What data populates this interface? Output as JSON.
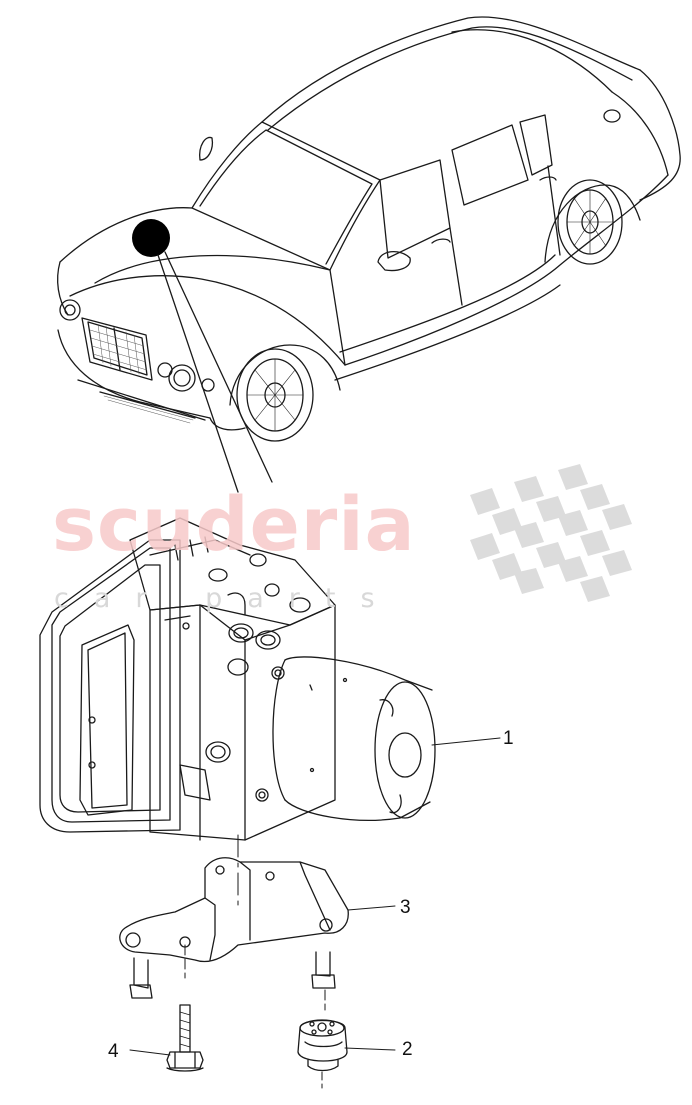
{
  "watermark": {
    "brand": "scuderia",
    "subtitle": "car parts"
  },
  "callouts": [
    {
      "id": "1",
      "label": "1"
    },
    {
      "id": "2",
      "label": "2"
    },
    {
      "id": "3",
      "label": "3"
    },
    {
      "id": "4",
      "label": "4"
    }
  ],
  "colors": {
    "line": "#1a1a1a",
    "watermark_red": "#f4b8b8",
    "watermark_grey": "#d5d5d5",
    "marker": "#000000"
  }
}
